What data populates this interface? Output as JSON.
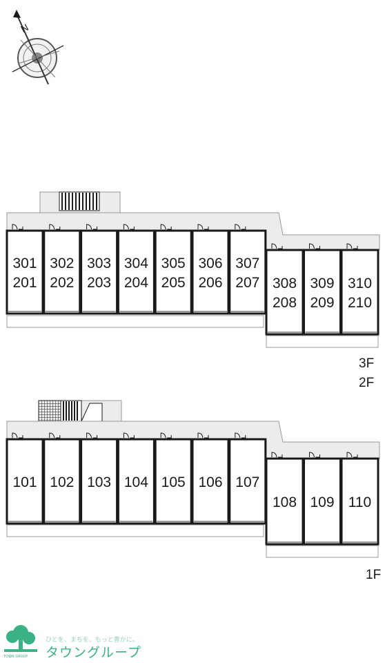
{
  "compass": {
    "north_label": "N"
  },
  "upper_plan": {
    "floor_labels": [
      "3F",
      "2F"
    ],
    "units": [
      {
        "top": "301",
        "bottom": "201"
      },
      {
        "top": "302",
        "bottom": "202"
      },
      {
        "top": "303",
        "bottom": "203"
      },
      {
        "top": "304",
        "bottom": "204"
      },
      {
        "top": "305",
        "bottom": "205"
      },
      {
        "top": "306",
        "bottom": "206"
      },
      {
        "top": "307",
        "bottom": "207"
      },
      {
        "top": "308",
        "bottom": "208"
      },
      {
        "top": "309",
        "bottom": "209"
      },
      {
        "top": "310",
        "bottom": "210"
      }
    ]
  },
  "lower_plan": {
    "floor_label": "1F",
    "units": [
      "101",
      "102",
      "103",
      "104",
      "105",
      "106",
      "107",
      "108",
      "109",
      "110"
    ]
  },
  "logo": {
    "tagline": "ひとを、まちを、もっと豊かに。",
    "name": "タウングループ",
    "sub": "TOWN GROUP"
  },
  "colors": {
    "corridor": "#ececec",
    "wall": "#1a1a1a",
    "brand": "#3ab286"
  }
}
